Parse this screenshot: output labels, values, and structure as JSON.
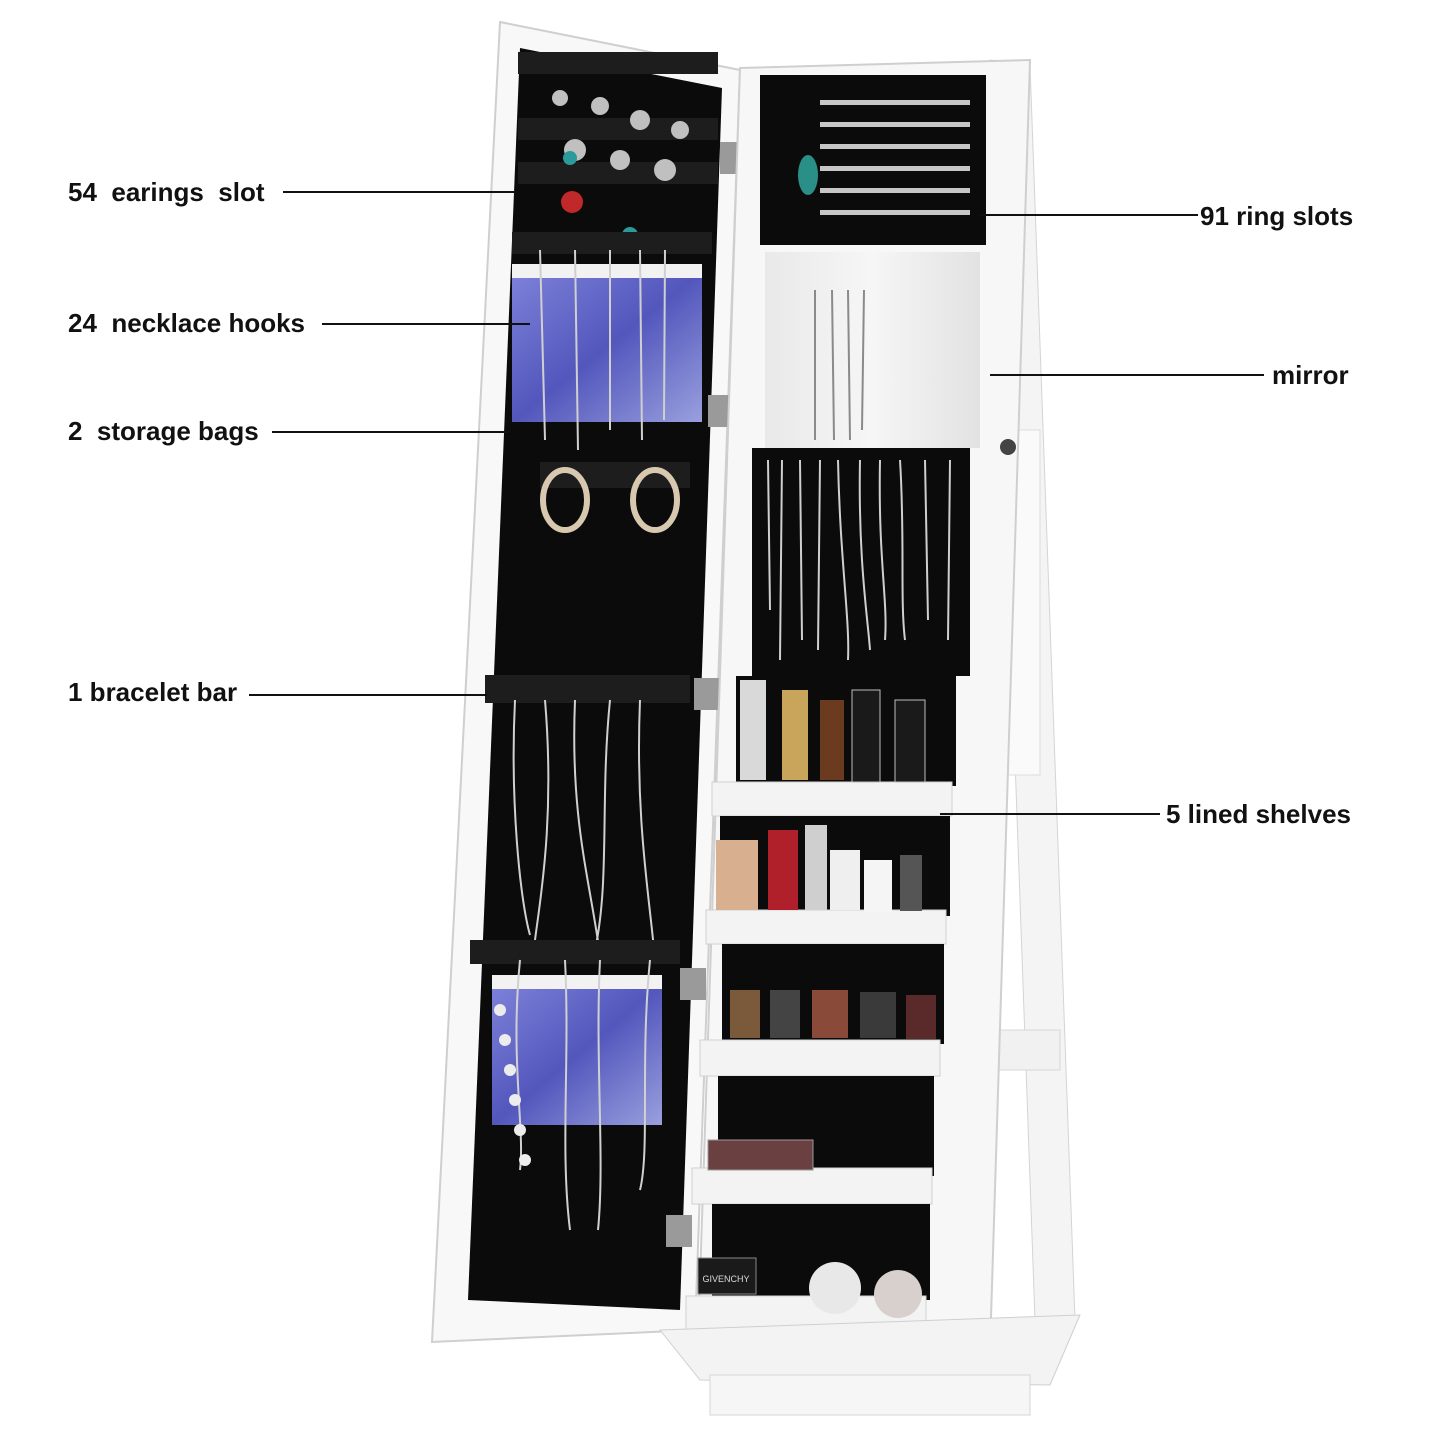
{
  "callouts": {
    "earrings": "54  earings  slot",
    "necklace": "24  necklace hooks",
    "bags": "2  storage bags",
    "bracelet": "1 bracelet bar",
    "rings": "91 ring slots",
    "mirror": "mirror",
    "shelves": "5 lined shelves"
  },
  "product_logo_text": "GIVENCHY",
  "colors": {
    "cabinet_white": "#f7f7f7",
    "velvet_black": "#0b0b0b",
    "bag_blue": "#5b5fd0"
  }
}
